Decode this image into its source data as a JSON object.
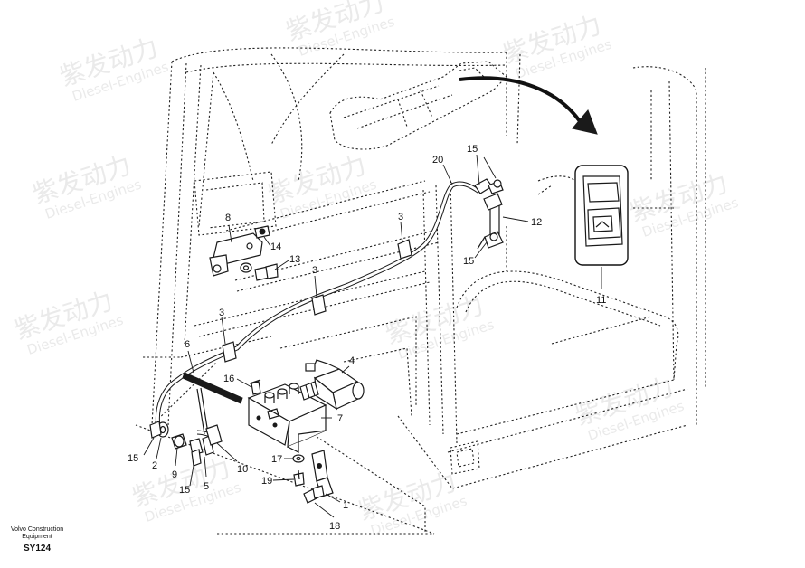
{
  "watermark": {
    "brand": "紫发动力",
    "subtitle": "Diesel-Engines"
  },
  "callouts": {
    "p1": "1",
    "p2": "2",
    "p3": "3",
    "p4": "4",
    "p5": "5",
    "p6": "6",
    "p7": "7",
    "p8": "8",
    "p9": "9",
    "p10": "10",
    "p11": "11",
    "p12": "12",
    "p13": "13",
    "p14": "14",
    "p15": "15",
    "p16": "16",
    "p17": "17",
    "p18": "18",
    "p19": "19",
    "p20": "20"
  },
  "caption": {
    "line1": "Volvo Construction",
    "line2": "Equipment",
    "code": "SY124"
  }
}
